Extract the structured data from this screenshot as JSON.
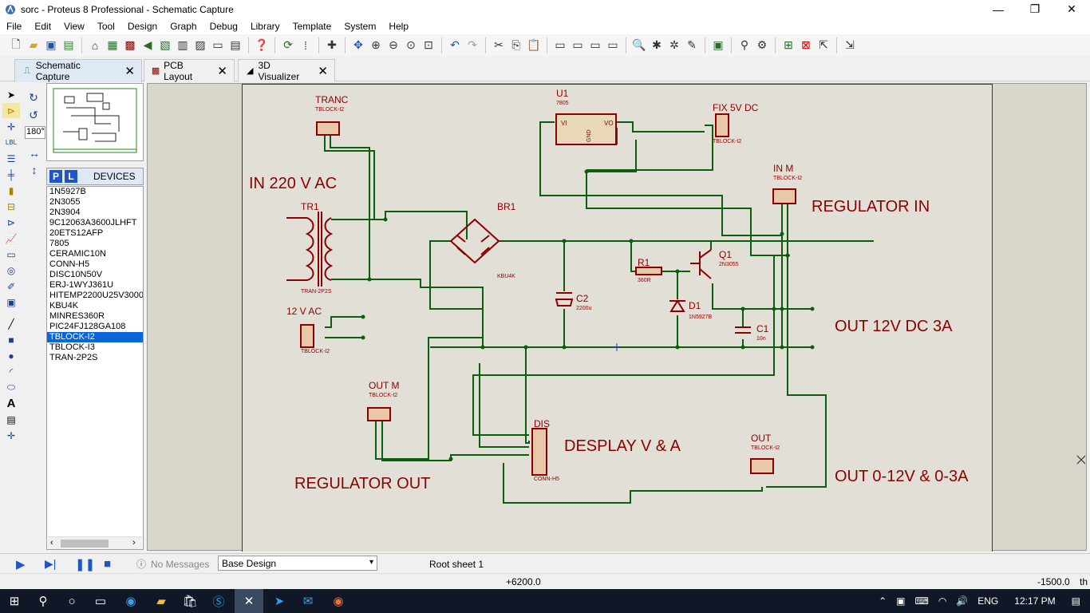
{
  "window": {
    "title": "sorc - Proteus 8 Professional - Schematic Capture",
    "minimize": "—",
    "maximize": "❐",
    "close": "✕"
  },
  "menu": [
    "File",
    "Edit",
    "View",
    "Tool",
    "Design",
    "Graph",
    "Debug",
    "Library",
    "Template",
    "System",
    "Help"
  ],
  "tabs": [
    {
      "label": "Schematic Capture",
      "active": true
    },
    {
      "label": "PCB Layout",
      "active": false
    },
    {
      "label": "3D Visualizer",
      "active": false
    }
  ],
  "rotation": {
    "angle": "180°"
  },
  "devices": {
    "header": "DEVICES",
    "p_button": "P",
    "l_button": "L",
    "items": [
      "1N5927B",
      "2N3055",
      "2N3904",
      "9C12063A3600JLHFT",
      "20ETS12AFP",
      "7805",
      "CERAMIC10N",
      "CONN-H5",
      "DISC10N50V",
      "ERJ-1WYJ361U",
      "HITEMP2200U25V3000",
      "KBU4K",
      "MINRES360R",
      "PIC24FJ128GA108",
      "TBLOCK-I2",
      "TBLOCK-I3",
      "TRAN-2P2S"
    ],
    "selected": "TBLOCK-I2"
  },
  "schematic": {
    "labels": {
      "in220": "IN 220 V AC",
      "regin": "REGULATOR IN",
      "out12": "OUT 12V DC 3A",
      "desplay": "DESPLAY V & A",
      "regout": "REGULATOR OUT",
      "out012": "OUT 0-12V & 0-3A"
    },
    "components": {
      "tranc_ref": "TRANC",
      "tranc_val": "TBLOCK-I2",
      "tr1_ref": "TR1",
      "tr1_val": "TRAN-2P2S",
      "br1_ref": "BR1",
      "br1_val": "KBU4K",
      "u1_ref": "U1",
      "u1_val": "7805",
      "u1_vi": "VI",
      "u1_vo": "VO",
      "u1_gnd": "GND",
      "fix_ref": "FIX 5V DC",
      "fix_val": "TBLOCK-I2",
      "inm_ref": "IN M",
      "inm_val": "TBLOCK-I2",
      "r1_ref": "R1",
      "r1_val": "360R",
      "q1_ref": "Q1",
      "q1_val": "2N3055",
      "d1_ref": "D1",
      "d1_val": "1N5927B",
      "c2_ref": "C2",
      "c2_val": "2200u",
      "c1_ref": "C1",
      "c1_val": "10n",
      "v12_ref": "12 V AC",
      "v12_val": "TBLOCK-I2",
      "outm_ref": "OUT  M",
      "outm_val": "TBLOCK-I2",
      "dis_ref": "DIS",
      "dis_val": "CONN-H5",
      "out_ref": "OUT",
      "out_val": "TBLOCK-I2"
    }
  },
  "status": {
    "messages": "No Messages",
    "design": "Base Design",
    "sheet": "Root sheet 1",
    "x_coord": "+6200.0",
    "y_coord": "-1500.0",
    "units": "th"
  },
  "taskbar": {
    "language": "ENG",
    "time": "12:17 PM"
  },
  "colors": {
    "wire": "#0b5e0b",
    "component": "#8b0000",
    "sheet_border": "#2a2aa8"
  }
}
